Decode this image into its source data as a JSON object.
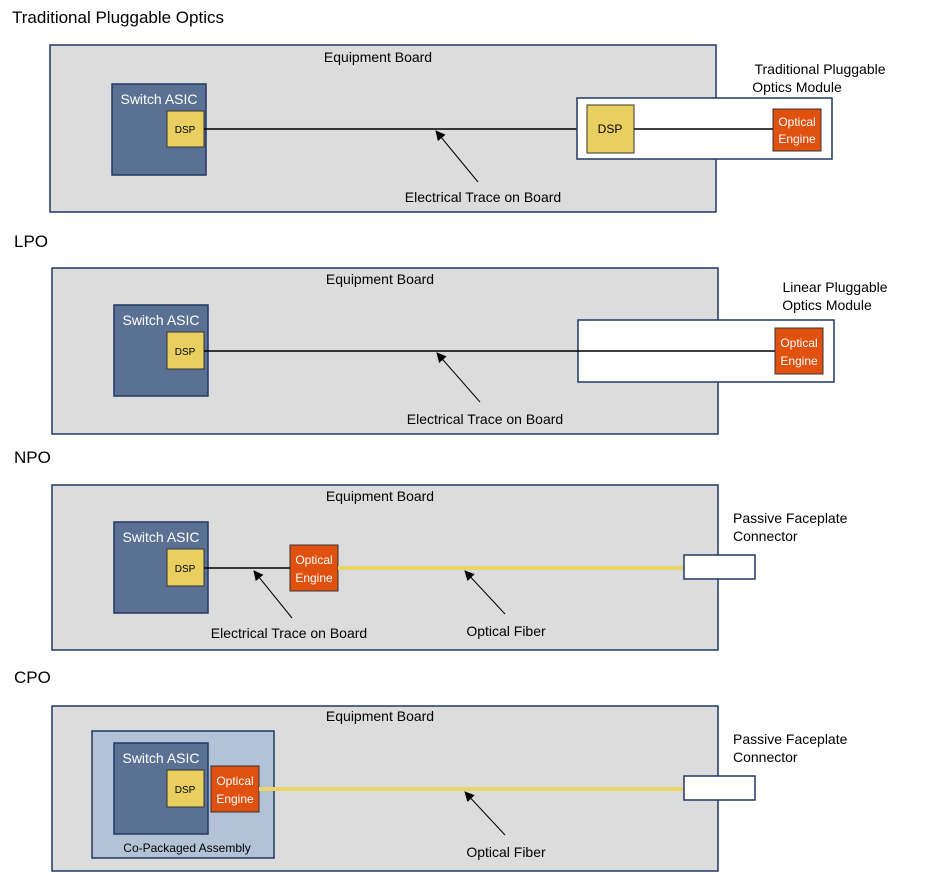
{
  "colors": {
    "board_fill": "#dcdcdc",
    "board_stroke": "#1f3864",
    "asic_fill": "#5b7194",
    "asic_stroke": "#1f3864",
    "dsp_fill": "#e8cf5f",
    "dsp_stroke": "#333333",
    "engine_fill": "#e0500e",
    "engine_stroke": "#333333",
    "fiber": "#ecd465",
    "copackaged_fill": "#b4c2d7"
  },
  "sections": {
    "traditional": {
      "title": "Traditional Pluggable Optics",
      "board_label": "Equipment Board",
      "asic_label": "Switch ASIC",
      "dsp_label": "DSP",
      "module_label_line1": "Traditional Pluggable",
      "module_label_line2": "Optics Module",
      "module_dsp_label": "DSP",
      "engine_line1": "Optical",
      "engine_line2": "Engine",
      "trace_label": "Electrical Trace on Board"
    },
    "lpo": {
      "title": "LPO",
      "board_label": "Equipment Board",
      "asic_label": "Switch ASIC",
      "dsp_label": "DSP",
      "module_label_line1": "Linear Pluggable",
      "module_label_line2": "Optics Module",
      "engine_line1": "Optical",
      "engine_line2": "Engine",
      "trace_label": "Electrical Trace on Board"
    },
    "npo": {
      "title": "NPO",
      "board_label": "Equipment Board",
      "asic_label": "Switch ASIC",
      "dsp_label": "DSP",
      "engine_line1": "Optical",
      "engine_line2": "Engine",
      "trace_label": "Electrical Trace on Board",
      "fiber_label": "Optical Fiber",
      "connector_line1": "Passive Faceplate",
      "connector_line2": "Connector"
    },
    "cpo": {
      "title": "CPO",
      "board_label": "Equipment Board",
      "asic_label": "Switch ASIC",
      "dsp_label": "DSP",
      "engine_line1": "Optical",
      "engine_line2": "Engine",
      "assembly_label": "Co-Packaged Assembly",
      "fiber_label": "Optical Fiber",
      "connector_line1": "Passive Faceplate",
      "connector_line2": "Connector"
    }
  }
}
